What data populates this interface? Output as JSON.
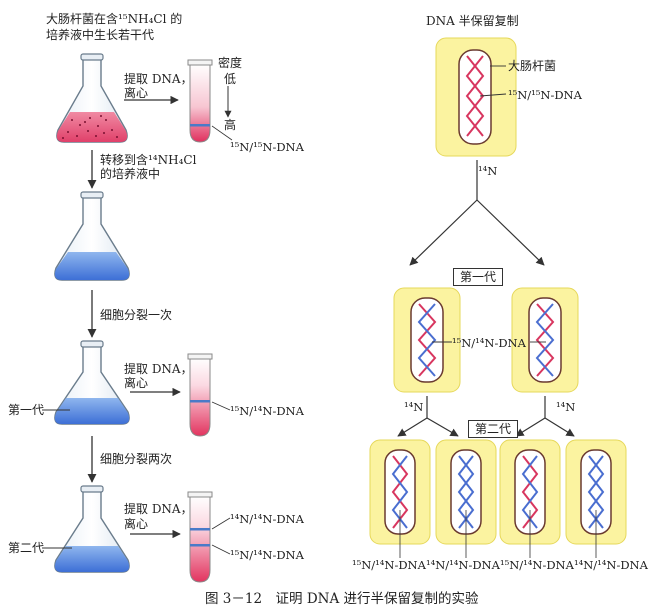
{
  "left": {
    "grow_line1": "大肠杆菌在含¹⁵NH₄Cl 的",
    "grow_line2": "培养液中生长若干代",
    "extract_line1": "提取 DNA，",
    "extract_line2": "离心",
    "density": "密度",
    "low": "低",
    "high": "高",
    "tube1_band": "¹⁵N/¹⁵N-DNA",
    "transfer_line1": "转移到含¹⁴NH₄Cl",
    "transfer_line2": "的培养液中",
    "divide_once": "细胞分裂一次",
    "gen1": "第一代",
    "tube2_band": "¹⁵N/¹⁴N-DNA",
    "divide_twice": "细胞分裂两次",
    "gen2": "第二代",
    "tube3_band_top": "¹⁴N/¹⁴N-DNA",
    "tube3_band_bottom": "¹⁵N/¹⁴N-DNA"
  },
  "right": {
    "title": "DNA 半保留复制",
    "ecoli": "大肠杆菌",
    "parent_dna": "¹⁵N/¹⁵N-DNA",
    "n14": "¹⁴N",
    "gen1": "第一代",
    "gen1_dna": "¹⁵N/¹⁴N-DNA",
    "gen2": "第二代",
    "gen2_dna": [
      "¹⁵N/¹⁴N-DNA",
      "¹⁴N/¹⁴N-DNA",
      "¹⁵N/¹⁴N-DNA",
      "¹⁴N/¹⁴N-DNA"
    ]
  },
  "caption": "图 3－12　证明 DNA 进行半保留复制的实验",
  "colors": {
    "n15_strand": "#d8365f",
    "n14_strand": "#4a6ed0",
    "cell": "#fbf3a0",
    "n15_medium": "#e0406a",
    "n14_medium": "#3d6fd6"
  }
}
